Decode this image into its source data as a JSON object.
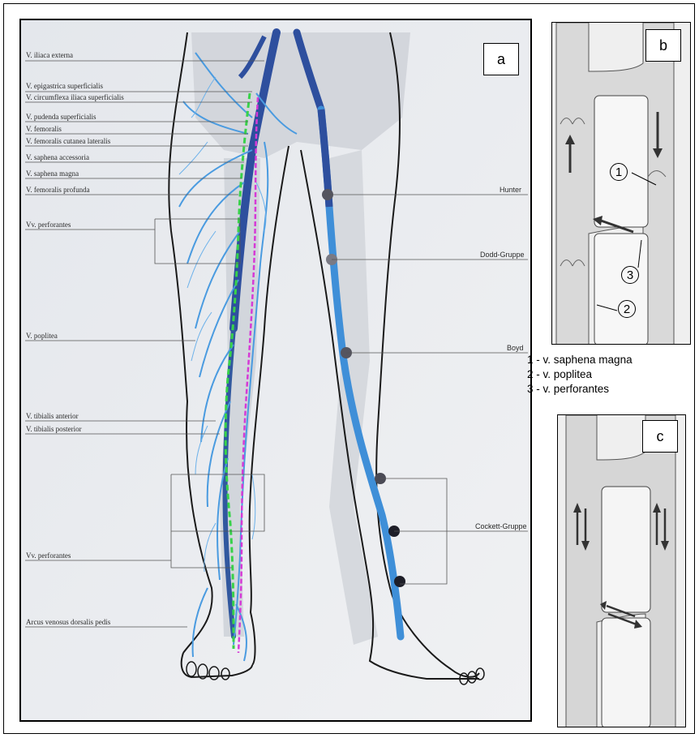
{
  "panel_a": {
    "tag": "a",
    "left_labels": [
      "V. iliaca externa",
      "V. epigastrica superficialis",
      "V. circumflexa iliaca superficialis",
      "V. pudenda superficialis",
      "V. femoralis",
      "V. femoralis cutanea lateralis",
      "V. saphena accessoria",
      "V. saphena magna",
      "V. femoralis profunda",
      "Vv. perforantes",
      "V. poplitea",
      "V. tibialis anterior",
      "V. tibialis posterior",
      "Vv. perforantes",
      "Arcus venosus dorsalis pedis"
    ],
    "right_labels": [
      "Hunter",
      "Dodd-Gruppe",
      "Boyd",
      "Cockett-Gruppe"
    ]
  },
  "panel_b": {
    "tag": "b",
    "markers": [
      "1",
      "3",
      "2"
    ]
  },
  "panel_c": {
    "tag": "c"
  },
  "legend": [
    "1 - v. saphena magna",
    "2 - v. poplitea",
    "3 - v. perforantes"
  ],
  "colors": {
    "deep_vein": "#2e4f9e",
    "superficial_vein": "#3f8fd8",
    "trace_green": "#38d24a",
    "trace_magenta": "#d63ad6",
    "perforator_dot": "#2b2b3a"
  }
}
